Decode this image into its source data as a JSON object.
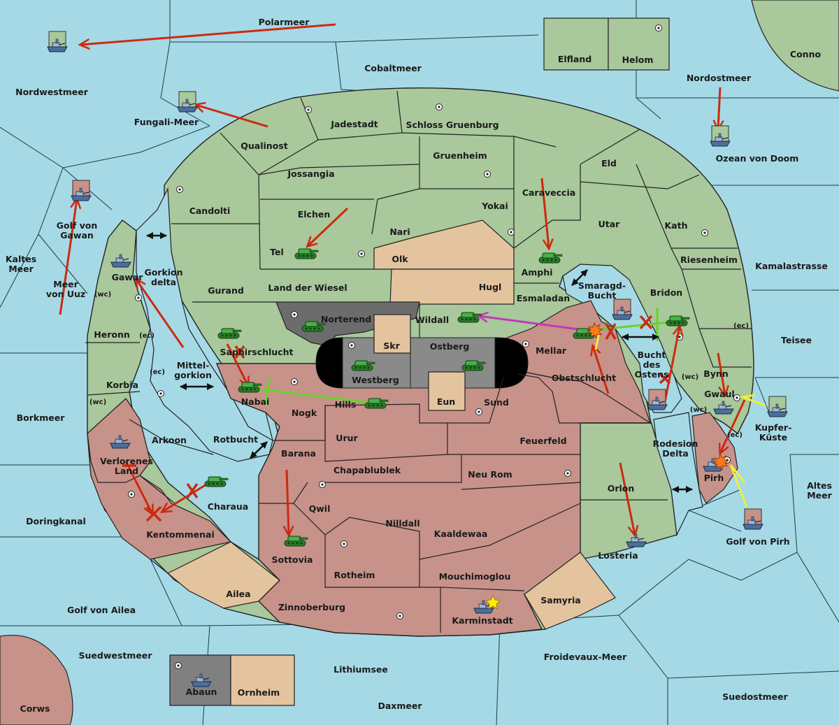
{
  "colors": {
    "sea": "#a6d9e6",
    "land_green": "#a9c89b",
    "land_red": "#c7928a",
    "land_tan": "#e3c49e",
    "land_gray": "#808080",
    "land_dark": "#6c6c6c",
    "order_red": "#cc2a10",
    "order_green": "#6ad22c",
    "order_yellow": "#f1ee3a",
    "order_magenta": "#c03ab8"
  },
  "seas": {
    "polarmeer": "Polarmeer",
    "cobaltmeer": "Cobaltmeer",
    "nordwestmeer": "Nordwestmeer",
    "fungali_meer": "Fungali-Meer",
    "nordostmeer": "Nordostmeer",
    "ozean_von_doom": "Ozean von Doom",
    "conno": "Conno",
    "kaltes_meer_1": "Kaltes",
    "kaltes_meer_2": "Meer",
    "golf_von_gawan_1": "Golf von",
    "golf_von_gawan_2": "Gawan",
    "meer_von_uuz_1": "Meer",
    "meer_von_uuz_2": "von Uuz",
    "kamalastrasse": "Kamalastrasse",
    "teisee": "Teisee",
    "borkmeer": "Borkmeer",
    "doringkanal": "Doringkanal",
    "golf_von_ailea": "Golf von Ailea",
    "suedwestmeer": "Suedwestmeer",
    "corws": "Corws",
    "lithiumsee": "Lithiumsee",
    "daxmeer": "Daxmeer",
    "froidevaux_meer": "Froidevaux-Meer",
    "suedostmeer": "Suedostmeer",
    "altes_meer_1": "Altes",
    "altes_meer_2": "Meer",
    "golf_von_pirh": "Golf von Pirh",
    "kupfer_kueste_1": "Kupfer-",
    "kupfer_kueste_2": "Küste",
    "mittelgorkion_1": "Mittel-",
    "mittelgorkion_2": "gorkion",
    "gorkion_delta_1": "Gorkion",
    "gorkion_delta_2": "delta",
    "smaragd_bucht_1": "Smaragd-",
    "smaragd_bucht_2": "Bucht",
    "bucht_des_ostens_1": "Bucht",
    "bucht_des_ostens_2": "des",
    "bucht_des_ostens_3": "Ostens",
    "rodesion_delta_1": "Rodesion",
    "rodesion_delta_2": "Delta",
    "rotbucht": "Rotbucht"
  },
  "lands": {
    "elfland": "Elfland",
    "helom": "Helom",
    "jadestadt": "Jadestadt",
    "schloss_gruenburg": "Schloss Gruenburg",
    "qualinost": "Qualinost",
    "jossangia": "Jossangia",
    "gruenheim": "Gruenheim",
    "eld": "Eld",
    "caraveccia": "Caraveccia",
    "candolti": "Candolti",
    "elchen": "Elchen",
    "yokai": "Yokai",
    "utar": "Utar",
    "kath": "Kath",
    "nari": "Nari",
    "tel": "Tel",
    "olk": "Olk",
    "riesenheim": "Riesenheim",
    "amphi": "Amphi",
    "gurand": "Gurand",
    "land_der_wiesel": "Land der Wiesel",
    "hugl": "Hugl",
    "bridon": "Bridon",
    "esmaladan": "Esmaladan",
    "gawar": "Gawar",
    "heronn": "Heronn",
    "norterend": "Norterend",
    "wildall": "Wildall",
    "skr": "Skr",
    "ostberg": "Ostberg",
    "mellar": "Mellar",
    "saphirschlucht": "Saphirschlucht",
    "westberg": "Westberg",
    "obstschlucht": "Obstschlucht",
    "bynn": "Bynn",
    "korbia": "Korbia",
    "nabai": "Nabai",
    "hills": "Hills",
    "eun": "Eun",
    "sund": "Sund",
    "gwaul": "Gwaul",
    "nogk": "Nogk",
    "urur": "Urur",
    "feuerfeld": "Feuerfeld",
    "arkoon": "Arkoon",
    "verlorenes_land_1": "Verlorenes",
    "verlorenes_land_2": "Land",
    "barana": "Barana",
    "chapablublek": "Chapablublek",
    "neu_rom": "Neu Rom",
    "orlon": "Orlon",
    "pirh": "Pirh",
    "charaua": "Charaua",
    "qwil": "Qwil",
    "nilldall": "Nilldall",
    "kaaldewaa": "Kaaldewaa",
    "kentommenai": "Kentommenai",
    "sottovia": "Sottovia",
    "rotheim": "Rotheim",
    "mouchimoglou": "Mouchimoglou",
    "losteria": "Losteria",
    "ailea": "Ailea",
    "zinnoberburg": "Zinnoberburg",
    "samyria": "Samyria",
    "karminstadt": "Karminstadt",
    "abaun": "Abaun",
    "ornheim": "Ornheim"
  },
  "coasts": {
    "wc": "(wc)",
    "ec": "(ec)"
  },
  "icons": {
    "army": "tank-icon",
    "fleet": "ship-icon",
    "supply_center": "supply-center-icon",
    "build": "star-icon",
    "dislodged": "burst-icon",
    "convoy_link": "double-arrow-icon",
    "failed_order": "x-icon"
  }
}
